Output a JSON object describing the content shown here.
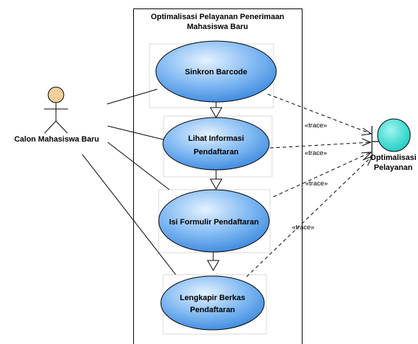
{
  "boundary": {
    "title_line1": "Optimalisasi Pelayanan Penerimaan",
    "title_line2": "Mahasiswa Baru"
  },
  "actor": {
    "name": "Calon Mahasiswa Baru",
    "head_color": "#f5cf9a"
  },
  "use_cases": [
    {
      "line1": "Sinkron Barcode",
      "line2": ""
    },
    {
      "line1": "Lihat Informasi",
      "line2": "Pendaftaran"
    },
    {
      "line1": "Isi Formulir Pendaftaran",
      "line2": ""
    },
    {
      "line1": "Lengkapir Berkas",
      "line2": "Pendaftaran"
    }
  ],
  "control": {
    "name_line1": "Optimalisasi",
    "name_line2": "Pelayanan",
    "color": "#33e0d6"
  },
  "trace_labels": [
    "«trace»",
    "«trace»",
    "«trace»",
    "«trace»"
  ],
  "colors": {
    "usecase_light": "#d9ecff",
    "usecase_dark": "#3d8ee6",
    "line": "#000000"
  }
}
